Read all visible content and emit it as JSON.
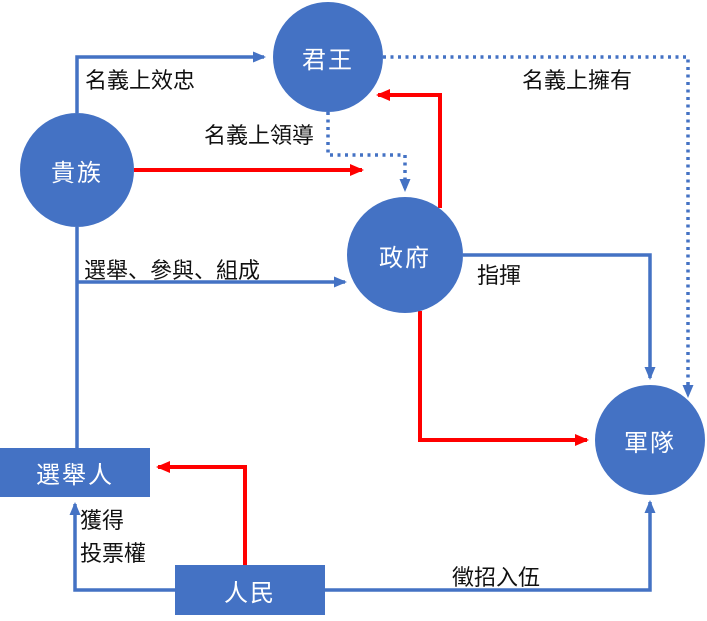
{
  "diagram": {
    "colors": {
      "background": "#FFFFFF",
      "node_fill": "#4472C4",
      "node_text": "#FFFFFF",
      "line_blue": "#4472C4",
      "line_red": "#FF0000",
      "label_text": "#111111"
    },
    "nodes": [
      {
        "id": "monarch",
        "shape": "circle",
        "label": "君王"
      },
      {
        "id": "nobility",
        "shape": "circle",
        "label": "貴族"
      },
      {
        "id": "government",
        "shape": "circle",
        "label": "政府"
      },
      {
        "id": "military",
        "shape": "circle",
        "label": "軍隊"
      },
      {
        "id": "electors",
        "shape": "rect",
        "label": "選舉人"
      },
      {
        "id": "people",
        "shape": "rect",
        "label": "人民"
      }
    ],
    "labels": [
      {
        "id": "nominal-allegiance",
        "text": "名義上效忠"
      },
      {
        "id": "nominal-ownership",
        "text": "名義上擁有"
      },
      {
        "id": "nominal-leadership",
        "text": "名義上領導"
      },
      {
        "id": "elect-participate-form",
        "text": "選舉、參與、組成"
      },
      {
        "id": "command",
        "text": "指揮"
      },
      {
        "id": "gain-voting-rights",
        "text": "獲得\n投票權"
      },
      {
        "id": "conscription",
        "text": "徵招入伍"
      }
    ],
    "edges": [
      {
        "from": "貴族",
        "to": "君王",
        "label": "名義上效忠",
        "style": "solid",
        "color": "blue"
      },
      {
        "from": "君王",
        "to": "軍隊",
        "label": "名義上擁有",
        "style": "dotted",
        "color": "blue"
      },
      {
        "from": "君王",
        "to": "政府",
        "label": "名義上領導",
        "style": "dotted",
        "color": "blue"
      },
      {
        "from": "貴族、選舉人",
        "to": "政府",
        "label": "選舉、參與、組成",
        "style": "solid",
        "color": "blue"
      },
      {
        "from": "政府",
        "to": "軍隊",
        "label": "指揮",
        "style": "solid",
        "color": "blue"
      },
      {
        "from": "人民",
        "to": "選舉人",
        "label": "獲得投票權",
        "style": "solid",
        "color": "blue"
      },
      {
        "from": "人民",
        "to": "軍隊",
        "label": "徵招入伍",
        "style": "solid",
        "color": "blue"
      },
      {
        "from": "貴族",
        "to": "政府",
        "label": "",
        "style": "solid",
        "color": "red"
      },
      {
        "from": "政府",
        "to": "君王",
        "label": "",
        "style": "solid",
        "color": "red"
      },
      {
        "from": "政府",
        "to": "軍隊",
        "label": "",
        "style": "solid",
        "color": "red"
      },
      {
        "from": "人民",
        "to": "選舉人",
        "label": "",
        "style": "solid",
        "color": "red"
      }
    ]
  }
}
